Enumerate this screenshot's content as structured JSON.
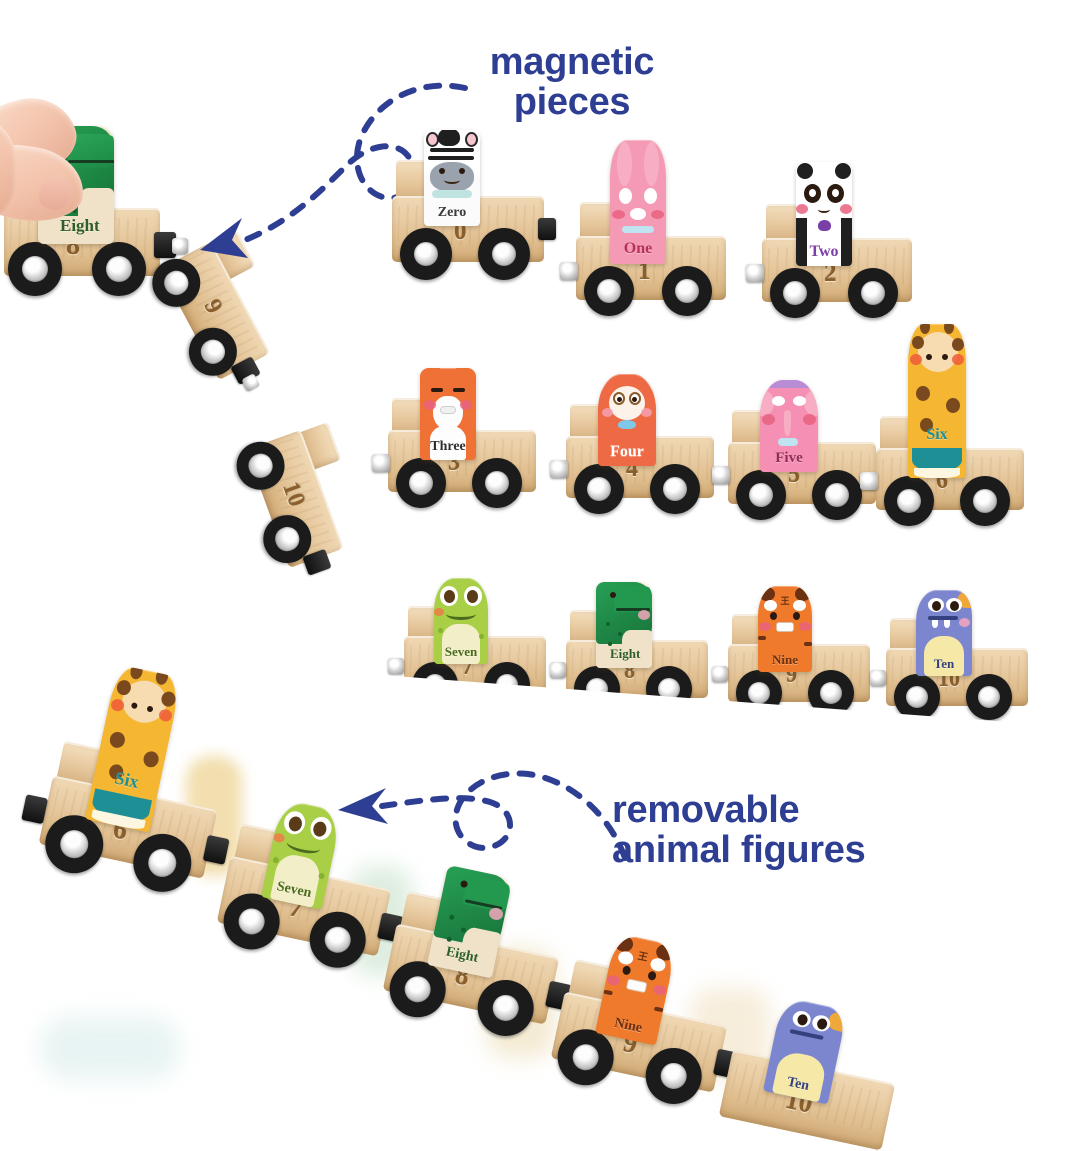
{
  "image": {
    "kind": "product-infographic",
    "background_color": "#ffffff",
    "accent_color": "#2e3f93",
    "wood_color": "#e3c79e"
  },
  "annotations": [
    {
      "name": "magnetic-pieces",
      "line1": "magnetic",
      "line2": "pieces",
      "color": "#2e3f93",
      "arrow": "dashed-curve-with-loop-pointing-left-down"
    },
    {
      "name": "removable-animal-figures",
      "line1": "removable",
      "line2": "animal figures",
      "color": "#2e3f93",
      "arrow": "dashed-curve-with-loop-pointing-left"
    }
  ],
  "hand_scene": {
    "name": "hand-lifting-figure",
    "lifted_figure": {
      "animal": "crocodile",
      "word": "Eight",
      "color": "#1e8a45"
    },
    "car_number": "8",
    "hanging_cars": [
      "9",
      "10"
    ],
    "note_visible_numbers": [
      "8",
      "9",
      "10"
    ]
  },
  "grid": {
    "rows": [
      [
        {
          "number": "0",
          "word": "Zero",
          "animal": "zebra",
          "fig_color": "#ffffff",
          "word_color": "#3a3a3a"
        },
        {
          "number": "1",
          "word": "One",
          "animal": "rabbit",
          "fig_color": "#f59ab4",
          "word_color": "#b4325c"
        },
        {
          "number": "2",
          "word": "Two",
          "animal": "panda",
          "fig_color": "#ffffff",
          "word_color": "#7b3fa8"
        }
      ],
      [
        {
          "number": "3",
          "word": "Three",
          "animal": "fox",
          "fig_color": "#ef7135",
          "word_color": "#2f2f2f"
        },
        {
          "number": "4",
          "word": "Four",
          "animal": "monkey",
          "fig_color": "#ed6a44",
          "word_color": "#ffffff"
        },
        {
          "number": "5",
          "word": "Five",
          "animal": "elephant",
          "fig_color": "#f58fb4",
          "word_color": "#8d2f55"
        },
        {
          "number": "6",
          "word": "Six",
          "animal": "giraffe",
          "fig_color": "#f5b631",
          "word_color": "#1f8f96"
        }
      ],
      [
        {
          "number": "7",
          "word": "Seven",
          "animal": "frog",
          "fig_color": "#a8cf45",
          "word_color": "#4b6b1e"
        },
        {
          "number": "8",
          "word": "Eight",
          "animal": "crocodile",
          "fig_color": "#1e8a45",
          "word_color": "#2e5e2a"
        },
        {
          "number": "9",
          "word": "Nine",
          "animal": "tiger",
          "fig_color": "#ef7a2c",
          "word_color": "#6b3112"
        },
        {
          "number": "10",
          "word": "Ten",
          "animal": "dinosaur",
          "fig_color": "#7b86cf",
          "word_color": "#35407f"
        }
      ]
    ]
  },
  "bottom_train": {
    "name": "assembled-train",
    "cars": [
      {
        "number": "6",
        "word": "Six",
        "animal": "giraffe",
        "fig_color": "#f5b631",
        "word_color": "#1f8f96"
      },
      {
        "number": "7",
        "word": "Seven",
        "animal": "frog",
        "fig_color": "#a8cf45",
        "word_color": "#4b6b1e"
      },
      {
        "number": "8",
        "word": "Eight",
        "animal": "crocodile",
        "fig_color": "#1e8a45",
        "word_color": "#2e5e2a"
      },
      {
        "number": "9",
        "word": "Nine",
        "animal": "tiger",
        "fig_color": "#ef7a2c",
        "word_color": "#6b3112"
      },
      {
        "number": "10",
        "word": "Ten",
        "animal": "dinosaur",
        "fig_color": "#7b86cf",
        "word_color": "#35407f"
      }
    ]
  }
}
